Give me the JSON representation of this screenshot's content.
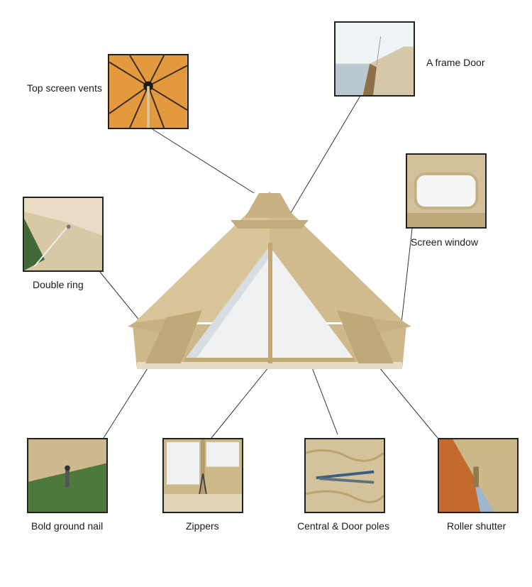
{
  "features": {
    "top_screen_vents": "Top screen vents",
    "a_frame_door": "A frame Door",
    "screen_window": "Screen window",
    "double_ring": "Double ring",
    "bold_ground_nail": "Bold ground nail",
    "zippers": "Zippers",
    "central_door_poles": "Central & Door poles",
    "roller_shutter": "Roller shutter"
  },
  "colors": {
    "canvas": "#d8c59a",
    "canvas_shadow": "#b9a477",
    "mesh": "#eef0f2",
    "frame": "#222222",
    "leader_line": "#333333"
  }
}
